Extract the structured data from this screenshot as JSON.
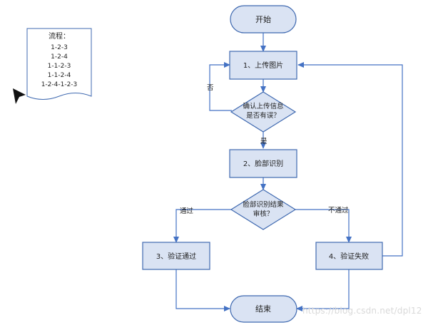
{
  "note": {
    "title": "流程：",
    "lines": [
      "1-2-3",
      "1-2-4",
      "1-1-2-3",
      "1-1-2-4",
      "1-2-4-1-2-3"
    ]
  },
  "nodes": {
    "start": "开始",
    "upload": "1、上传图片",
    "confirm_line1": "确认上传信息",
    "confirm_line2": "是否有误？",
    "face": "2、脸部识别",
    "result_line1": "脸部识别结果",
    "result_line2": "审核？",
    "pass": "3、验证通过",
    "fail": "4、验证失败",
    "end": "结束"
  },
  "edges": {
    "no": "否",
    "yes": "是",
    "pass": "通过",
    "not_pass": "不通过"
  },
  "watermark": "https://blog.csdn.net/dpl12",
  "colors": {
    "fill": "#dae3f3",
    "stroke": "#3f69b0",
    "line": "#4472c4",
    "text": "#222222"
  }
}
